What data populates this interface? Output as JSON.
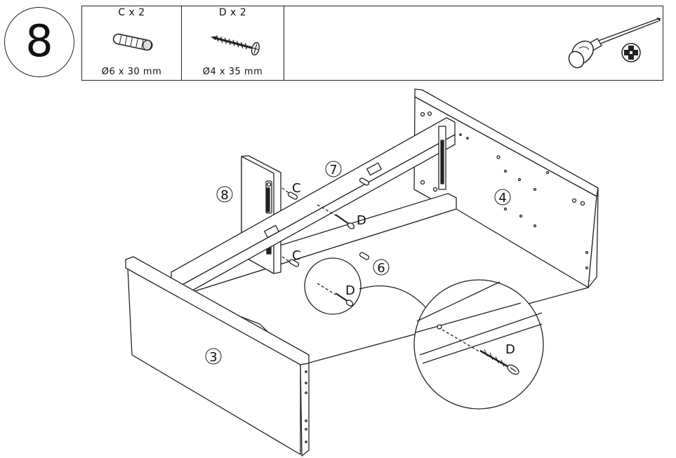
{
  "step": {
    "number": "8"
  },
  "parts": [
    {
      "id": "C",
      "qty": "C x 2",
      "dimension": "Ø6 x 30 mm",
      "icon": "wooden-dowel"
    },
    {
      "id": "D",
      "qty": "D x 2",
      "dimension": "Ø4 x 35 mm",
      "icon": "screw"
    }
  ],
  "tool": {
    "icon": "phillips-screwdriver"
  },
  "panel_labels": {
    "p3": "3",
    "p4": "4",
    "p6": "6",
    "p7": "7",
    "p8": "8"
  },
  "fastener_labels": {
    "c_top": "C",
    "c_bottom": "C",
    "d_top": "D",
    "d_circle": "D",
    "d_zoom": "D"
  }
}
